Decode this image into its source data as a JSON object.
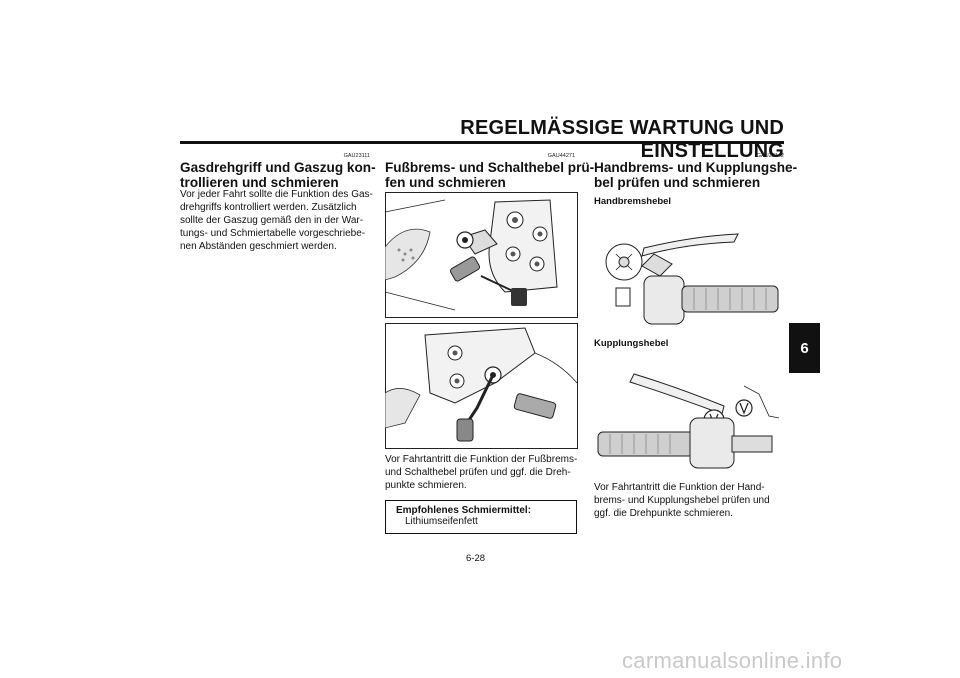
{
  "header": {
    "title": "REGELMÄSSIGE WARTUNG UND EINSTELLUNG"
  },
  "chapter_tab": "6",
  "section1": {
    "code": "GAU23111",
    "title_lines": [
      "Gasdrehgriff und Gaszug kon-",
      "trollieren und schmieren"
    ],
    "body_lines": [
      "Vor jeder Fahrt sollte die Funktion des Gas-",
      "drehgriffs kontrolliert werden. Zusätzlich",
      "sollte der Gaszug gemäß den in der War-",
      "tungs- und Schmiertabelle vorgeschriebe-",
      "nen Abständen geschmiert werden."
    ]
  },
  "section2": {
    "code": "GAU44271",
    "title_lines": [
      "Fußbrems- und Schalthebel prü-",
      "fen und schmieren"
    ],
    "body_lines": [
      "Vor Fahrtantritt die Funktion der Fußbrems-",
      "und Schalthebel prüfen und ggf. die Dreh-",
      "punkte schmieren."
    ],
    "lubricant_label": "Empfohlenes Schmiermittel:",
    "lubricant_value": "Lithiumseifenfett"
  },
  "section3": {
    "code": "GAU23142",
    "title_lines": [
      "Handbrems- und Kupplungshe-",
      "bel prüfen und schmieren"
    ],
    "sub1": "Handbremshebel",
    "sub2": "Kupplungshebel",
    "body_lines": [
      "Vor Fahrtantritt die Funktion der Hand-",
      "brems- und Kupplungshebel prüfen und",
      "ggf. die Drehpunkte schmieren."
    ]
  },
  "page_number": "6-28",
  "watermark": "carmanualsonline.info"
}
